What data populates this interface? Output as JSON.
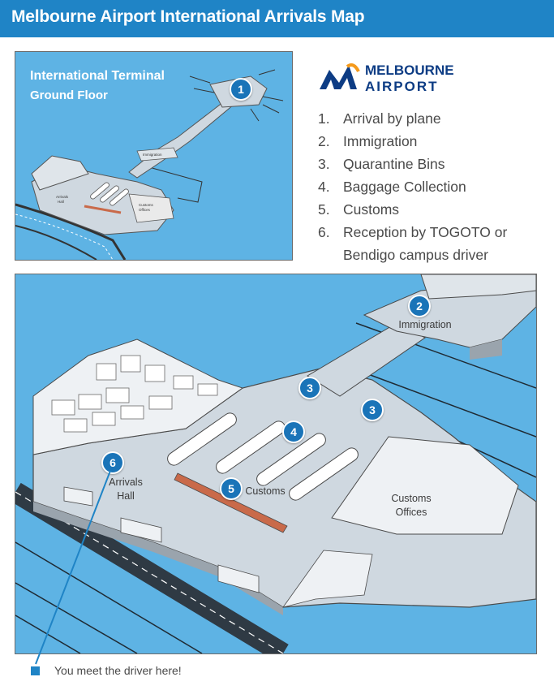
{
  "header": {
    "title": "Melbourne Airport International Arrivals Map"
  },
  "inset": {
    "title_line1": "International Terminal",
    "title_line2": "Ground Floor",
    "marker": "1",
    "tiny_labels": {
      "immigration": "Immigration",
      "customs": "Customs",
      "offices": "Offices",
      "arrivals": "Arrivals",
      "hall": "Hall"
    }
  },
  "logo": {
    "line1": "MELBOURNE",
    "line2": "AIRPORT",
    "brand_color": "#0d3c84"
  },
  "legend": {
    "items": [
      {
        "num": "1.",
        "text": "Arrival by plane"
      },
      {
        "num": "2.",
        "text": "Immigration"
      },
      {
        "num": "3.",
        "text": "Quarantine Bins"
      },
      {
        "num": "4.",
        "text": "Baggage Collection"
      },
      {
        "num": "5.",
        "text": "Customs"
      },
      {
        "num": "6.",
        "text": "Reception by TOGOTO or Bendigo campus driver"
      }
    ]
  },
  "map": {
    "markers": {
      "m2": "2",
      "m3a": "3",
      "m3b": "3",
      "m4": "4",
      "m5": "5",
      "m6": "6"
    },
    "labels": {
      "immigration": "Immigration",
      "customs": "Customs",
      "customs_offices_1": "Customs",
      "customs_offices_2": "Offices",
      "arrivals_1": "Arrivals",
      "arrivals_2": "Hall"
    }
  },
  "footer": {
    "meet_text": "You meet the driver here!"
  },
  "colors": {
    "water_blue": "#5eb3e4",
    "accent_blue": "#1f84c6",
    "marker_blue": "#1a74b8",
    "customs_counter": "#c96a4a"
  }
}
